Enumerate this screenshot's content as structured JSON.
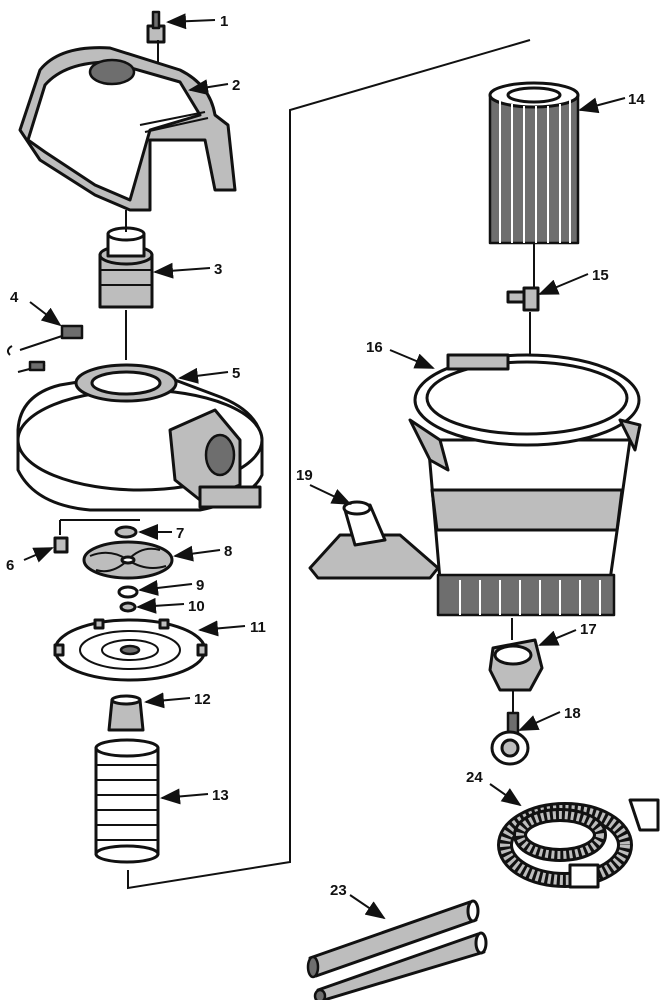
{
  "diagram": {
    "labels": [
      "1",
      "2",
      "3",
      "4",
      "5",
      "6",
      "7",
      "8",
      "9",
      "10",
      "11",
      "12",
      "13",
      "14",
      "15",
      "16",
      "17",
      "18",
      "19",
      "23",
      "24"
    ],
    "colors": {
      "ink": "#111111",
      "fill_light": "#bdbdbd",
      "fill_dark": "#6e6e6e",
      "background": "#ffffff"
    }
  }
}
